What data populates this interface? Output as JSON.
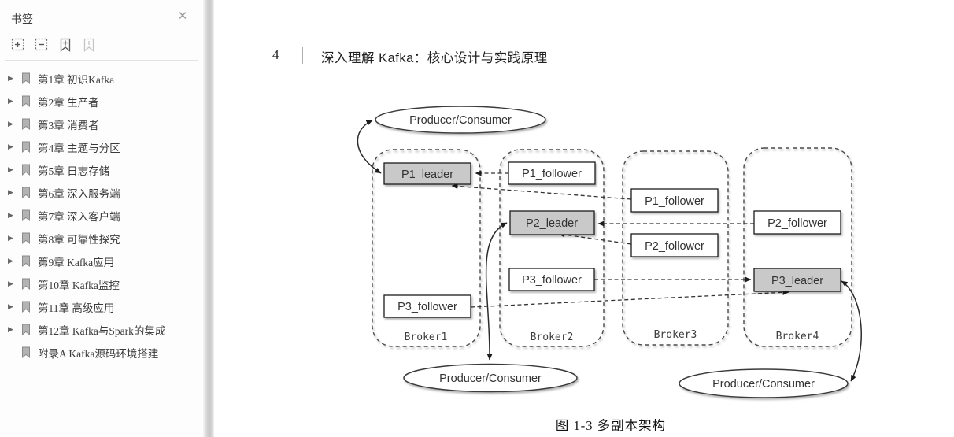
{
  "sidebar": {
    "title": "书签",
    "close_icon": "✕",
    "toolbar_icons": [
      "expand-bookmark-icon",
      "collapse-bookmark-icon",
      "add-bookmark-icon",
      "bookmark-disabled-icon"
    ],
    "items": [
      {
        "label": "第1章 初识Kafka",
        "expandable": true
      },
      {
        "label": "第2章 生产者",
        "expandable": true
      },
      {
        "label": "第3章 消费者",
        "expandable": true
      },
      {
        "label": "第4章 主题与分区",
        "expandable": true
      },
      {
        "label": "第5章 日志存储",
        "expandable": true
      },
      {
        "label": "第6章 深入服务端",
        "expandable": true
      },
      {
        "label": "第7章 深入客户端",
        "expandable": true
      },
      {
        "label": "第8章 可靠性探究",
        "expandable": true
      },
      {
        "label": "第9章 Kafka应用",
        "expandable": true
      },
      {
        "label": "第10章 Kafka监控",
        "expandable": true
      },
      {
        "label": "第11章 高级应用",
        "expandable": true
      },
      {
        "label": "第12章 Kafka与Spark的集成",
        "expandable": true
      },
      {
        "label": "附录A Kafka源码环境搭建",
        "expandable": false
      }
    ]
  },
  "page": {
    "page_number": "4",
    "header_title": "深入理解 Kafka：核心设计与实践原理",
    "figure_caption": "图 1-3  多副本架构"
  },
  "diagram": {
    "producer_top": "Producer/Consumer",
    "producer_bottom_mid": "Producer/Consumer",
    "producer_bottom_right": "Producer/Consumer",
    "brokers": [
      {
        "label": "Broker1",
        "partitions": [
          {
            "label": "P1_leader",
            "role": "leader"
          },
          {
            "label": "P3_follower",
            "role": "follower"
          }
        ]
      },
      {
        "label": "Broker2",
        "partitions": [
          {
            "label": "P1_follower",
            "role": "follower"
          },
          {
            "label": "P2_leader",
            "role": "leader"
          },
          {
            "label": "P3_follower",
            "role": "follower"
          }
        ]
      },
      {
        "label": "Broker3",
        "partitions": [
          {
            "label": "P1_follower",
            "role": "follower"
          },
          {
            "label": "P2_follower",
            "role": "follower"
          }
        ]
      },
      {
        "label": "Broker4",
        "partitions": [
          {
            "label": "P2_follower",
            "role": "follower"
          },
          {
            "label": "P3_leader",
            "role": "leader"
          }
        ]
      }
    ],
    "colors": {
      "leader_fill": "#c9c9c9",
      "follower_fill": "#ffffff"
    }
  }
}
